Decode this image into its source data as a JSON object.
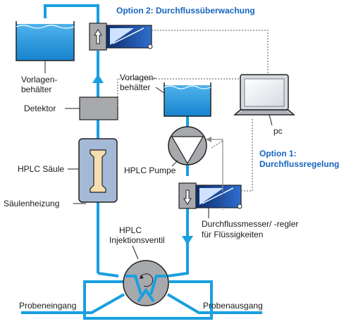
{
  "title": "Option 2: Durchflussüberwachung",
  "option1": [
    "Option 1:",
    "Durchflussregelung"
  ],
  "labels": {
    "reservoir_left": [
      "Vorlagen-",
      "behälter"
    ],
    "reservoir_right": [
      "Vorlagen-",
      "behälter"
    ],
    "detector": "Detektor",
    "column": "HPLC Säule",
    "column_heater": "Säulenheizung",
    "pump": "HPLC Pumpe",
    "injection_valve": [
      "HPLC",
      "Injektionsventil"
    ],
    "flow_meter": [
      "Durchflussmesser/ -regler",
      "für Flüssigkeiten"
    ],
    "pc": "pc",
    "sample_in": "Probeneingang",
    "sample_out": "Probenausgang"
  },
  "colors": {
    "pipe": "#1a9fe0",
    "accent": "#1565c0",
    "water": "#1f9ae0",
    "gray_box": "#a7a9ac",
    "heater": "#a4b9d6",
    "column_fill": "#f7deb0"
  },
  "icons": [
    "flow-meter-icon",
    "pump-icon",
    "valve-icon",
    "laptop-icon"
  ]
}
